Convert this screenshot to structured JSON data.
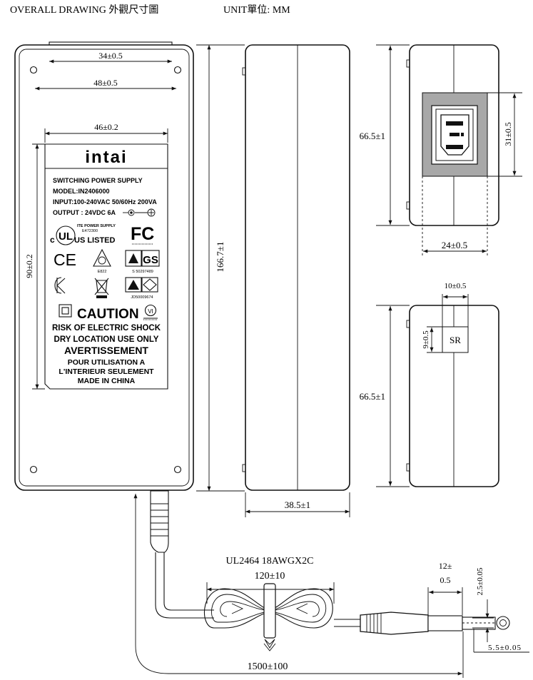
{
  "title": "OVERALL DRAWING 外觀尺寸圖",
  "unit": "UNIT單位: MM",
  "front": {
    "dim_top1": "34±0.5",
    "dim_top2": "48±0.5",
    "dim_label_w": "46±0.2",
    "dim_label_h": "90±0.2",
    "dim_height": "166.7±1"
  },
  "label": {
    "logo": "intai",
    "lines": [
      "SWITCHING POWER SUPPLY",
      "MODEL:IN2406000",
      "INPUT:100-240VAC 50/60Hz  200VA",
      "OUTPUT : 24VDC 6A"
    ],
    "ul_small1": "ITE POWER SUPPLY",
    "ul_small2": "E472300",
    "ul_listed": "US LISTED",
    "ul_c": "c",
    "fc": "FC",
    "ce": "CE",
    "e822": "E822",
    "s_number": "S  50297489",
    "jd_number": "JD50009674",
    "caution": "CAUTION",
    "vi": "VI",
    "warn_lines": [
      "RISK OF ELECTRIC SHOCK",
      "DRY LOCATION USE ONLY"
    ],
    "avert": "AVERTISSEMENT",
    "fr_lines": [
      "POUR UTILISATION A",
      "L'INTERIEUR SEULEMENT",
      "MADE IN CHINA"
    ]
  },
  "side": {
    "dim_thickness": "38.5±1"
  },
  "end_top": {
    "dim_height": "66.5±1",
    "dim_socket_h": "31±0.5",
    "dim_socket_w": "24±0.5"
  },
  "end_bottom": {
    "dim_height": "66.5±1",
    "dim_sr_w": "10±0.5",
    "dim_sr_h": "9±0.5",
    "sr": "SR"
  },
  "cable": {
    "spec": "UL2464 18AWGX2C",
    "coil": "120±10",
    "length": "1500±100",
    "dim_12a": "12±",
    "dim_12b": "0.5",
    "dim_25": "2.5±0.05",
    "dim_55": "5.5±0.05"
  }
}
